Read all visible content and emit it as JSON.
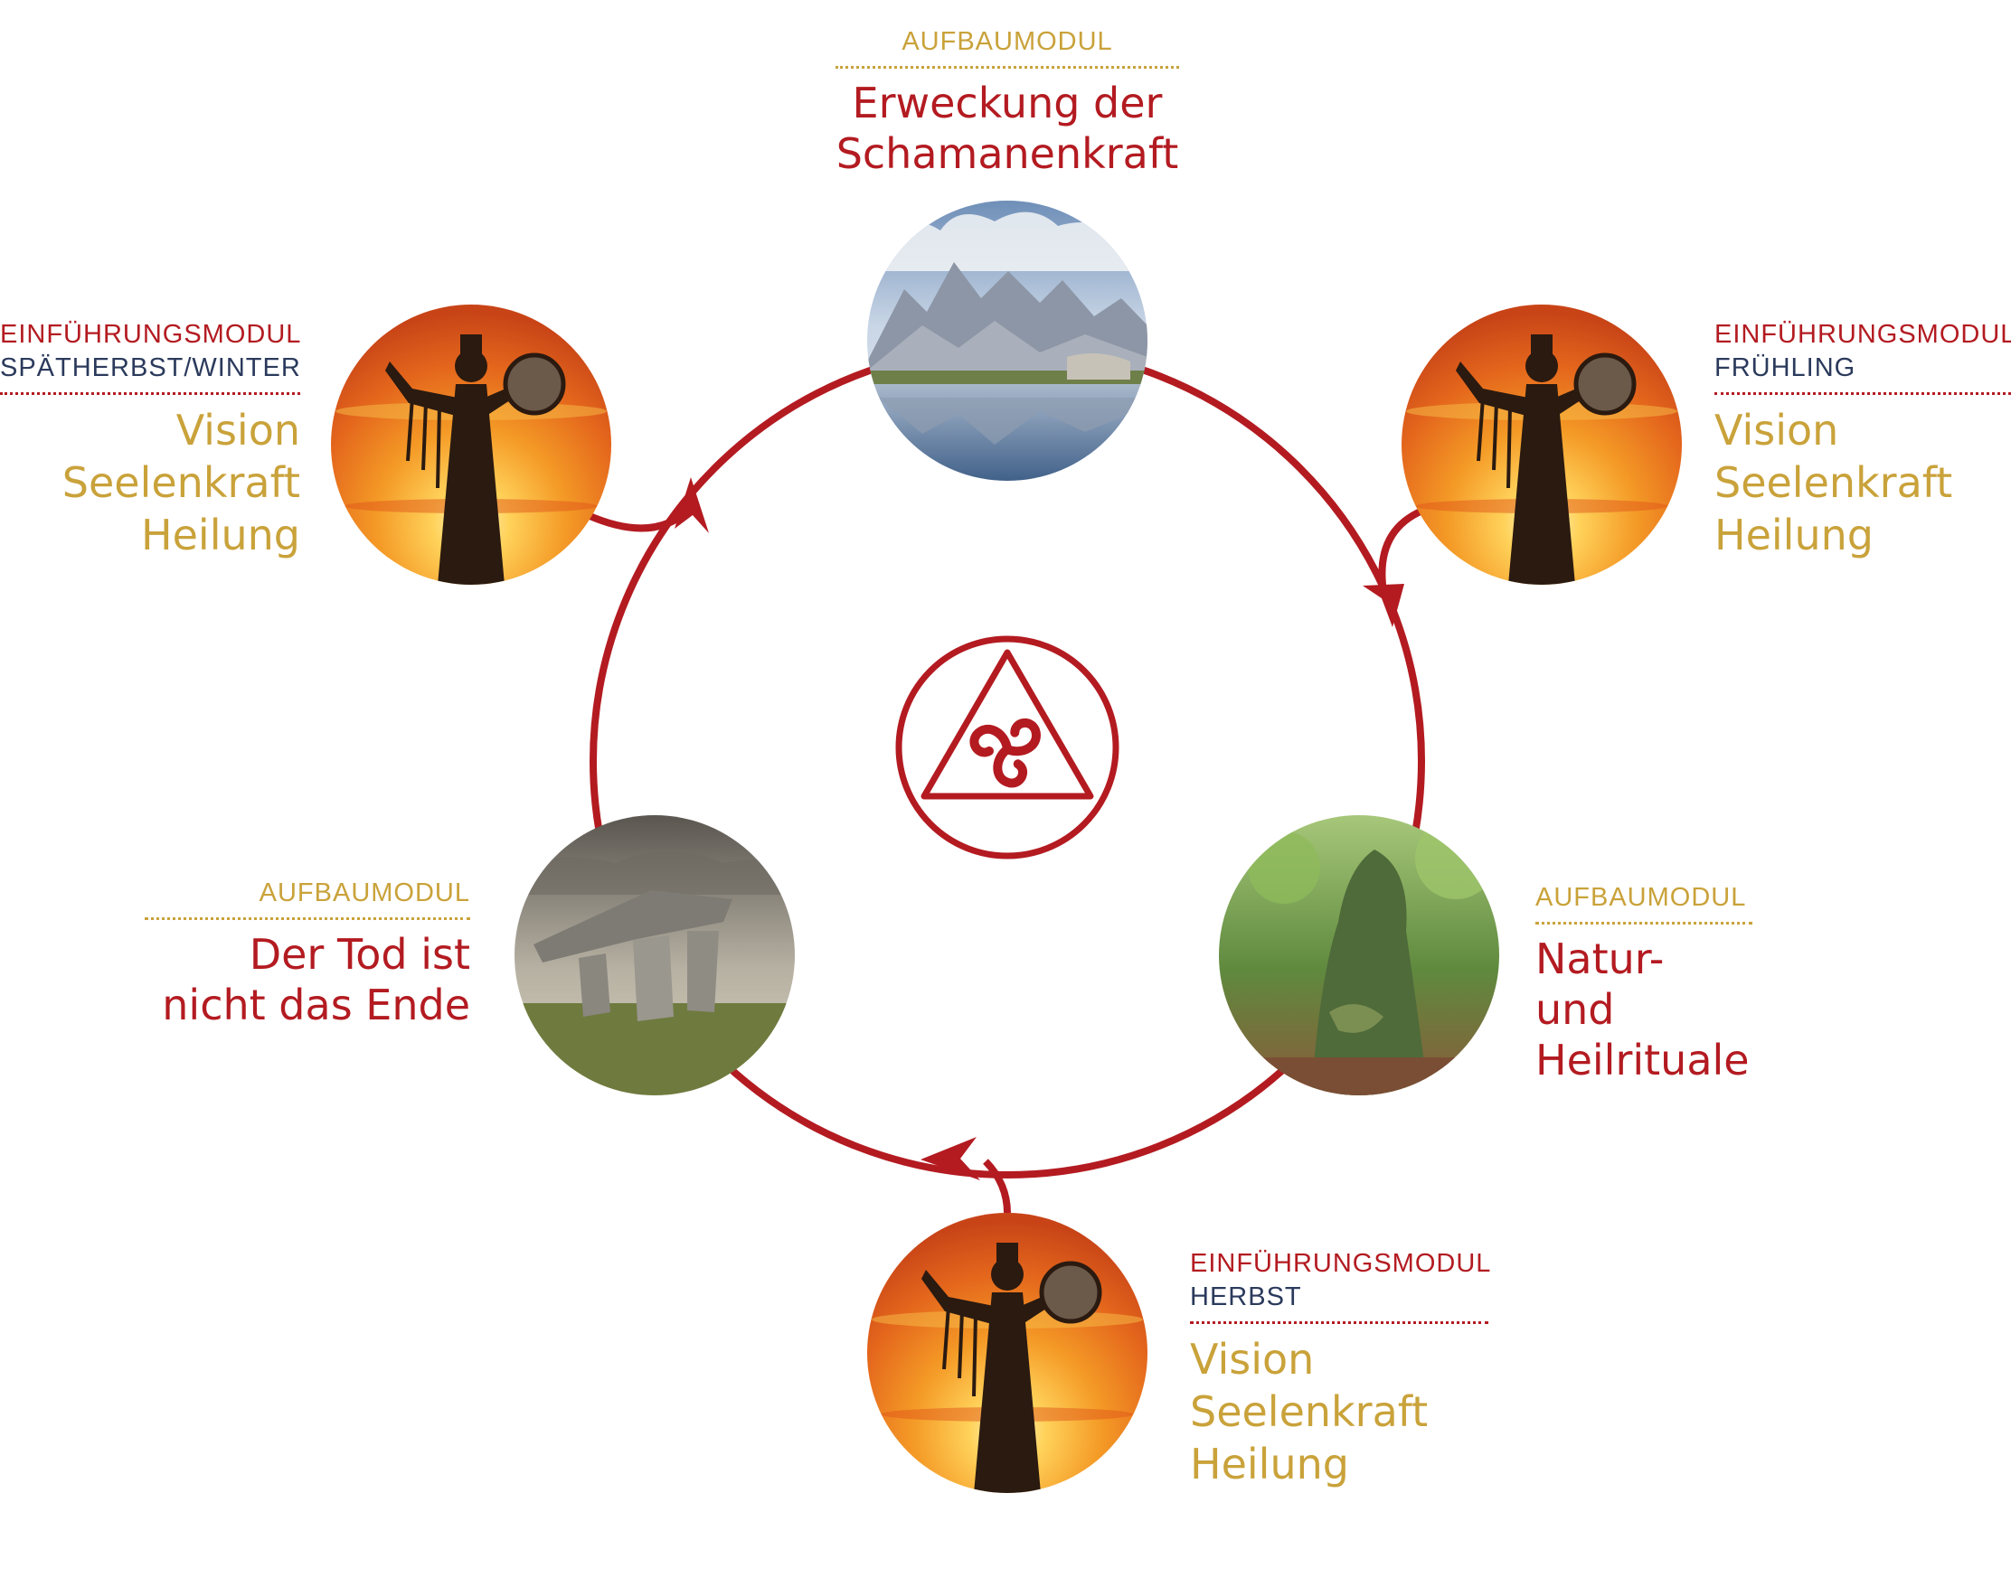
{
  "colors": {
    "ring": "#b31b21",
    "accent_red": "#b31b21",
    "gold": "#c9a23a",
    "navy": "#2b3a5c"
  },
  "center_symbol": {
    "icon": "triskele-in-triangle-in-circle-icon"
  },
  "nodes": {
    "top": {
      "category": "AUFBAUMODUL",
      "title_line1": "Erweckung der",
      "title_line2": "Schamanenkraft",
      "image": "mountain-lake-photo"
    },
    "upper_right": {
      "category": "EINFÜHRUNGSMODUL",
      "season": "FRÜHLING",
      "line1": "Vision",
      "line2": "Seelenkraft",
      "line3": "Heilung",
      "image": "shaman-silhouette-sunset-photo"
    },
    "lower_right": {
      "category": "AUFBAUMODUL",
      "title_line1": "Natur- und",
      "title_line2": "Heilrituale",
      "image": "ancient-tree-forest-photo"
    },
    "bottom": {
      "category": "EINFÜHRUNGSMODUL",
      "season": "HERBST",
      "line1": "Vision",
      "line2": "Seelenkraft",
      "line3": "Heilung",
      "image": "shaman-silhouette-sunset-photo"
    },
    "lower_left": {
      "category": "AUFBAUMODUL",
      "title_line1": "Der Tod ist",
      "title_line2": "nicht das Ende",
      "image": "dolmen-stone-photo"
    },
    "upper_left": {
      "category": "EINFÜHRUNGSMODUL",
      "season": "SPÄTHERBST/WINTER",
      "line1": "Vision",
      "line2": "Seelenkraft",
      "line3": "Heilung",
      "image": "shaman-silhouette-sunset-photo"
    }
  }
}
